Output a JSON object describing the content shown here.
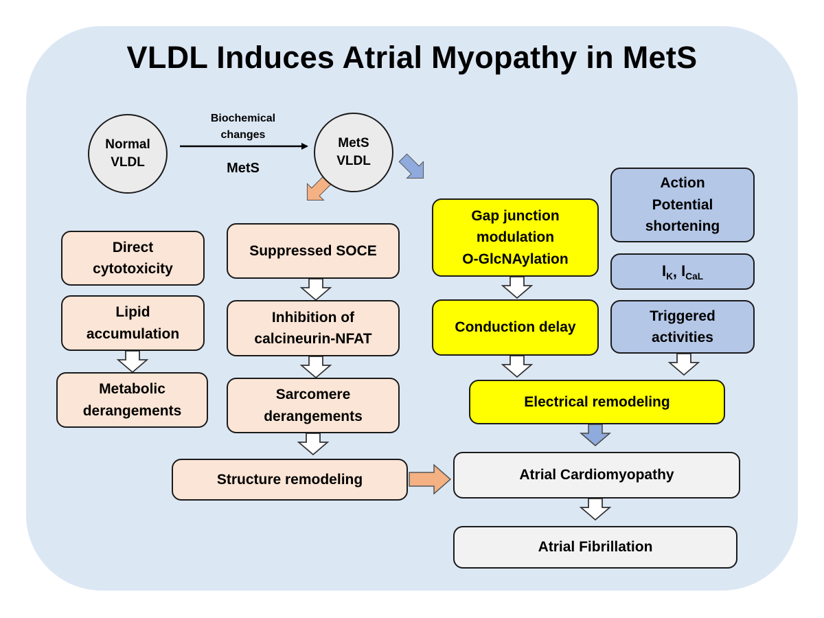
{
  "title": "VLDL Induces Atrial Myopathy in MetS",
  "nodes": {
    "normal_vldl": "Normal\nVLDL",
    "mets_vldl": "MetS\nVLDL",
    "biochemical_changes": "Biochemical\nchanges",
    "mets_label": "MetS",
    "direct_cytotoxicity": "Direct\ncytotoxicity",
    "lipid_accumulation": "Lipid\naccumulation",
    "metabolic_derangements": "Metabolic\nderangements",
    "suppressed_soce": "Suppressed SOCE",
    "inhibition_calcineurin": "Inhibition of\ncalcineurin-NFAT",
    "sarcomere_derangements": "Sarcomere\nderangements",
    "structure_remodeling": "Structure remodeling",
    "gap_junction": "Gap junction\nmodulation\nO-GlcNAylation",
    "conduction_delay": "Conduction delay",
    "action_potential": "Action\nPotential\nshortening",
    "currents": {
      "i1": "I",
      "i1_sub": "K",
      "sep": ", ",
      "i2": "I",
      "i2_sub": "CaL"
    },
    "triggered_activities": "Triggered\nactivities",
    "electrical_remodeling": "Electrical remodeling",
    "atrial_cardiomyopathy": "Atrial Cardiomyopathy",
    "atrial_fibrillation": "Atrial Fibrillation"
  },
  "colors": {
    "background_panel": "#dce7f4",
    "structural_path": "#fbe5d6",
    "conduction_path": "#ffff00",
    "electrophysiology_path": "#b4c7e7",
    "outcome": "#f2f2f2",
    "structural_arrow": "#f4b183",
    "electrical_arrow": "#8faadc"
  }
}
